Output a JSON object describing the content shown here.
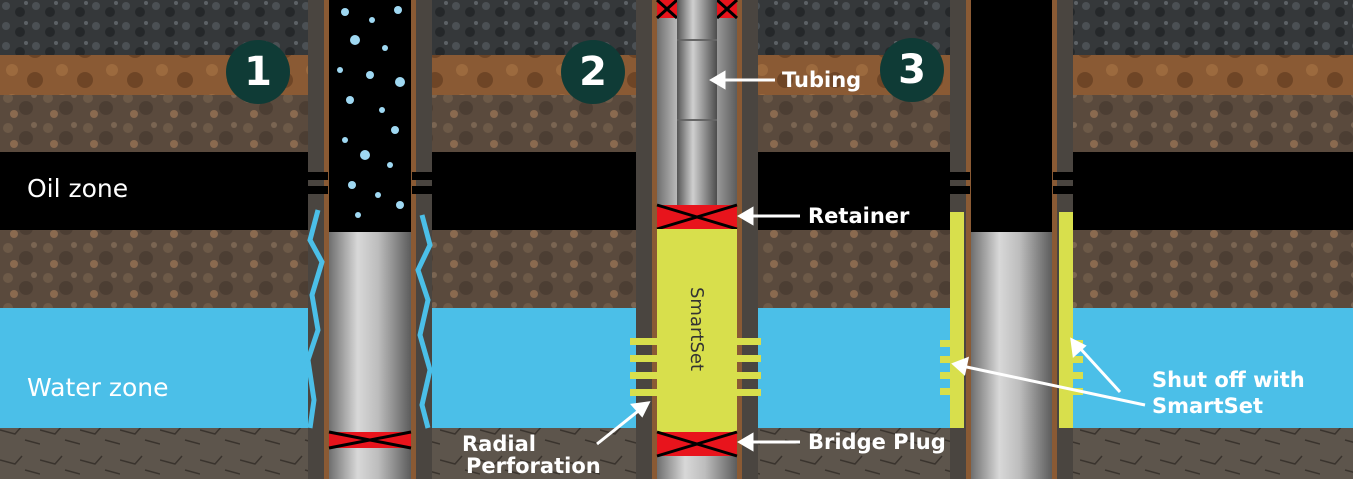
{
  "zones": {
    "oil": "Oil zone",
    "water": "Water zone"
  },
  "steps": [
    "1",
    "2",
    "3"
  ],
  "callouts": {
    "tubing": "Tubing",
    "retainer": "Retainer",
    "smartset": "SmartSet",
    "radial_line1": "Radial",
    "radial_line2": "Perforation",
    "bridge_plug": "Bridge Plug",
    "shutoff_line1": "Shut off with",
    "shutoff_line2": "SmartSet"
  },
  "colors": {
    "oil": "#000000",
    "water": "#4bbfe8",
    "smartset": "#d8df4c",
    "plug": "#e8141c",
    "casing": "#4a4540",
    "pipe": "#b7b7b7",
    "badge": "#0f3b36"
  }
}
